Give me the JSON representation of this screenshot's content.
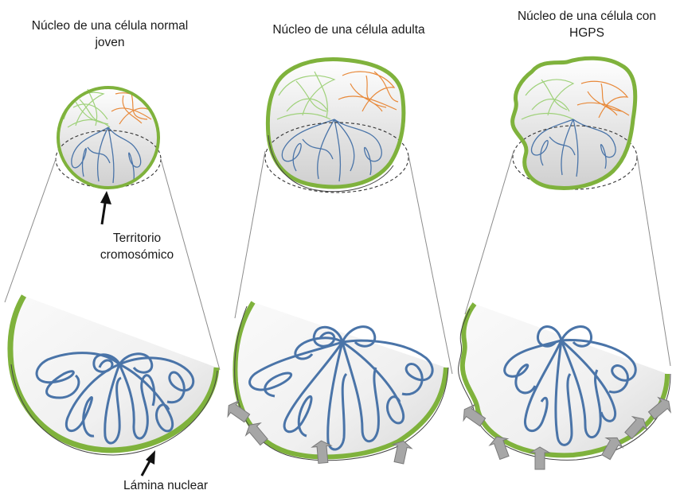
{
  "titles": {
    "young": [
      "Núcleo de una célula normal",
      "joven"
    ],
    "adult": "Núcleo de una célula adulta",
    "hgps": [
      "Núcleo de una célula con",
      "HGPS"
    ]
  },
  "labels": {
    "chromosome_territory": [
      "Territorio",
      "cromosómico"
    ],
    "nuclear_lamina": "Lámina nuclear"
  },
  "colors": {
    "lamina": "#7fb23c",
    "chromatin_blue": "#4a74a8",
    "chromatin_green": "#9fd17a",
    "chromatin_orange": "#e8893a",
    "pressure_arrow": "#a6a6a6"
  }
}
